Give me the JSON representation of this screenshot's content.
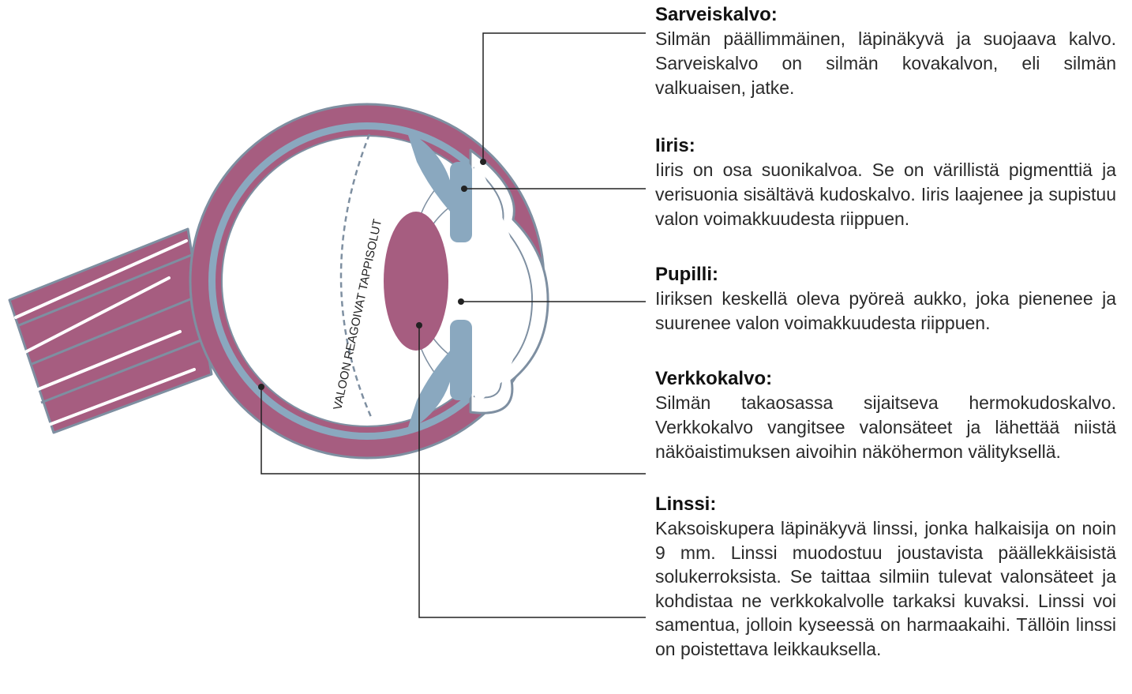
{
  "colors": {
    "tissue": "#a65d80",
    "outline": "#7e8fa1",
    "choroid": "#8aa8bf",
    "leader": "#222222",
    "text": "#2a2a2a"
  },
  "diagram": {
    "retina_label": "VALOON REAGOIVAT TAPPISOLUT"
  },
  "labels": [
    {
      "title": "Sarveiskalvo:",
      "description": "Silmän päällimmäinen, läpinäkyvä ja suojaava kalvo. Sarveiskalvo on silmän kovakalvon, eli silmän valkuaisen, jatke."
    },
    {
      "title": "Iiris:",
      "description": "Iiris on osa suonikalvoa. Se on värillistä pigmenttiä ja verisuonia sisältävä kudoskalvo. Iiris laajenee ja supistuu valon voimakkuudesta riippuen."
    },
    {
      "title": "Pupilli:",
      "description": "Iiriksen keskellä oleva pyöreä aukko, joka pienenee ja suurenee valon voimakkuudesta riippuen."
    },
    {
      "title": "Verkkokalvo:",
      "description": "Silmän takaosassa sijaitseva hermokudoskalvo. Verkkokalvo vangitsee valonsäteet ja lähettää niistä näköaistimuksen aivoihin näköhermon välityksellä."
    },
    {
      "title": "Linssi:",
      "description": "Kaksoiskupera läpinäkyvä linssi, jonka halkaisija on noin 9 mm. Linssi muodostuu joustavista päällekkäisistä solukerroksista. Se taittaa silmiin tulevat valonsäteet ja kohdistaa ne verkkokalvolle tarkaksi kuvaksi. Linssi voi samentua, jolloin kyseessä on harmaakaihi. Tällöin linssi on poistettava leikkauksella."
    }
  ]
}
